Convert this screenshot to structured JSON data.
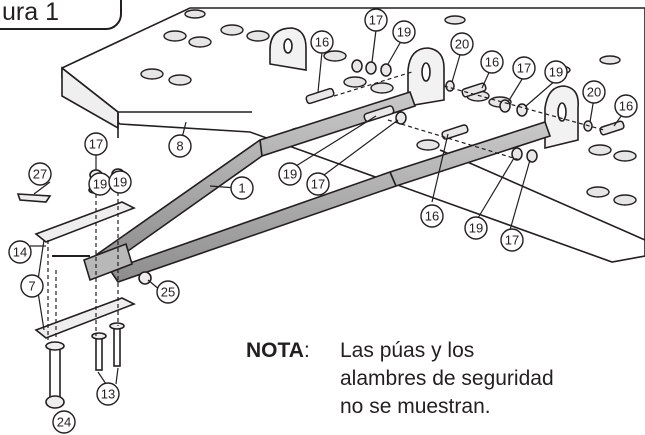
{
  "figure": {
    "label": "ura 1"
  },
  "note": {
    "heading": "NOTA",
    "colon": ":",
    "lines": [
      "Las púas y los",
      "alambres de seguridad",
      "no se muestran."
    ]
  },
  "callouts": [
    {
      "n": "16"
    },
    {
      "n": "17"
    },
    {
      "n": "19"
    },
    {
      "n": "20"
    },
    {
      "n": "16"
    },
    {
      "n": "17"
    },
    {
      "n": "19"
    },
    {
      "n": "20"
    },
    {
      "n": "16"
    },
    {
      "n": "8"
    },
    {
      "n": "19"
    },
    {
      "n": "17"
    },
    {
      "n": "16"
    },
    {
      "n": "19"
    },
    {
      "n": "17"
    },
    {
      "n": "1"
    },
    {
      "n": "17"
    },
    {
      "n": "27"
    },
    {
      "n": "19"
    },
    {
      "n": "19"
    },
    {
      "n": "14"
    },
    {
      "n": "7"
    },
    {
      "n": "25"
    },
    {
      "n": "13"
    },
    {
      "n": "24"
    }
  ]
}
